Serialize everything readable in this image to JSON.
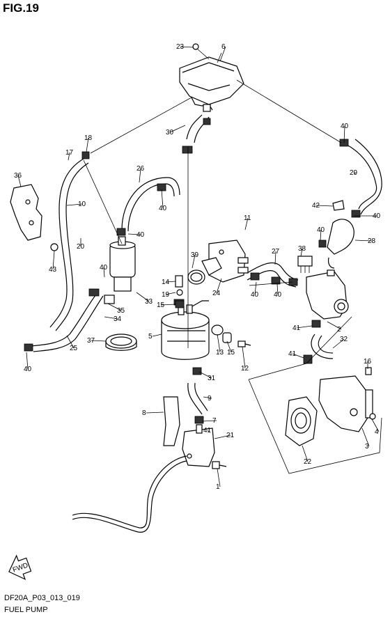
{
  "figure": {
    "title": "FIG.19",
    "code": "DF20A_P03_013_019",
    "name": "FUEL PUMP",
    "fwd_label": "FWD"
  },
  "callouts": [
    "23",
    "6",
    "30",
    "40",
    "18",
    "17",
    "29",
    "36",
    "26",
    "40",
    "10",
    "42",
    "40",
    "11",
    "40",
    "28",
    "20",
    "40",
    "39",
    "27",
    "38",
    "43",
    "40",
    "14",
    "24",
    "40",
    "40",
    "19",
    "33",
    "15",
    "35",
    "34",
    "2",
    "37",
    "5",
    "13",
    "41",
    "32",
    "25",
    "40",
    "15",
    "12",
    "16",
    "41",
    "31",
    "9",
    "8",
    "41",
    "7",
    "21",
    "4",
    "3",
    "22",
    "1"
  ]
}
